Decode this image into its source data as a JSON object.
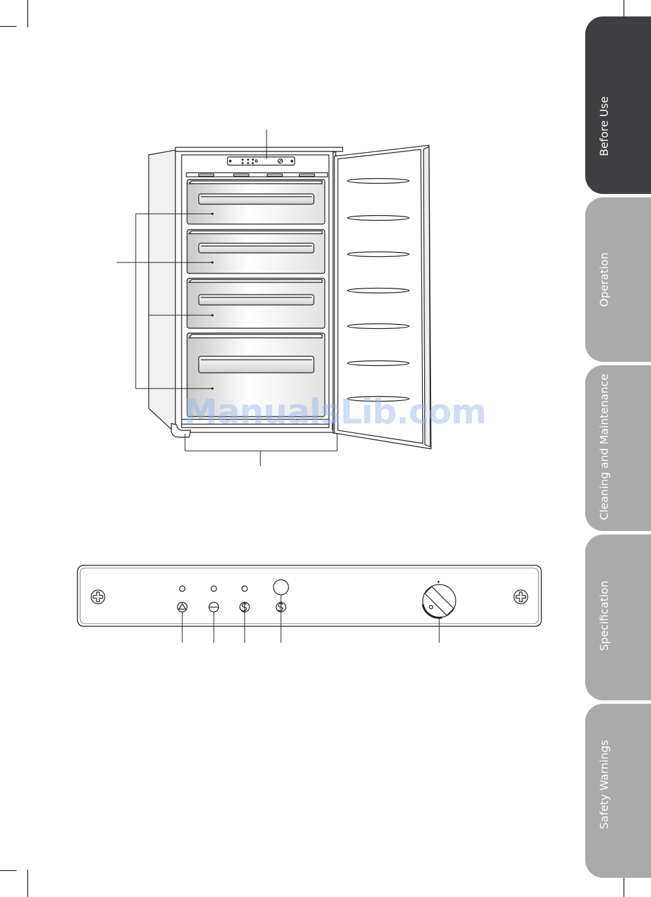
{
  "side_tabs": [
    {
      "label": "Before Use",
      "active": true
    },
    {
      "label": "Operation",
      "active": false
    },
    {
      "label": "Cleaning and Maintenance",
      "active": false
    },
    {
      "label": "Specification",
      "active": false
    },
    {
      "label": "Safety Warnings",
      "active": false
    }
  ],
  "watermark": "ManualsLib.com",
  "colors": {
    "active_tab": "#3f3f41",
    "inactive_tab": "#aaaaaa",
    "line_art": "#222222"
  }
}
